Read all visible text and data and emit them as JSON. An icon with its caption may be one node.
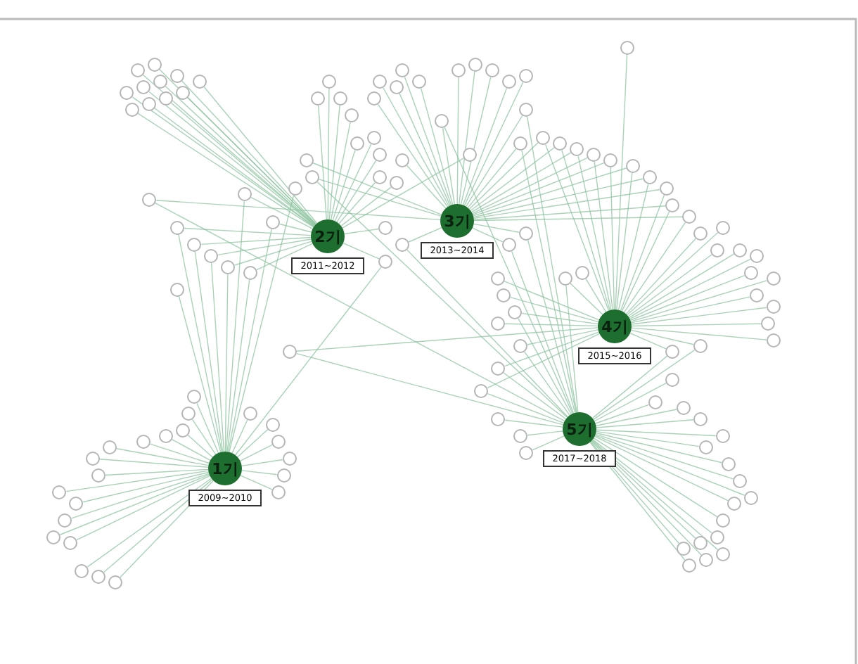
{
  "diagram": {
    "nodes": [
      {
        "text": [
          "1기"
        ],
        "beside": [
          "2009~2010"
        ]
      },
      {
        "text": [
          "2기"
        ],
        "beside": [
          "2011~2012"
        ]
      },
      {
        "text": [
          "3기"
        ],
        "beside": [
          "2013~2014"
        ]
      },
      {
        "text": [
          "4기"
        ],
        "beside": [
          "2015~2016"
        ]
      },
      {
        "text": [
          "5기"
        ],
        "beside": [
          "2017~2018"
        ]
      },
      {
        "text": [],
        "shape": "circle"
      },
      {
        "text": [],
        "shape": "circle"
      },
      {
        "text": [],
        "shape": "circle"
      },
      {
        "text": [],
        "shape": "circle"
      },
      {
        "text": [],
        "shape": "circle"
      },
      {
        "text": [],
        "shape": "circle"
      },
      {
        "text": [],
        "shape": "circle"
      },
      {
        "text": [],
        "shape": "circle"
      },
      {
        "text": [],
        "shape": "circle"
      },
      {
        "text": [],
        "shape": "circle"
      },
      {
        "text": [],
        "shape": "circle"
      },
      {
        "text": [],
        "shape": "circle"
      },
      {
        "text": [],
        "shape": "circle"
      },
      {
        "text": [],
        "shape": "circle"
      },
      {
        "text": [],
        "shape": "circle"
      },
      {
        "text": [],
        "shape": "circle"
      },
      {
        "text": [],
        "shape": "circle"
      },
      {
        "text": [],
        "shape": "circle"
      },
      {
        "text": [],
        "shape": "circle"
      },
      {
        "text": [],
        "shape": "circle"
      },
      {
        "text": [],
        "shape": "circle"
      },
      {
        "text": [],
        "shape": "circle"
      },
      {
        "text": [],
        "shape": "circle"
      },
      {
        "text": [],
        "shape": "circle"
      },
      {
        "text": [],
        "shape": "circle"
      },
      {
        "text": [],
        "shape": "circle"
      },
      {
        "text": [],
        "shape": "circle"
      },
      {
        "text": [],
        "shape": "circle"
      },
      {
        "text": [],
        "shape": "circle"
      },
      {
        "text": [],
        "shape": "circle"
      },
      {
        "text": [],
        "shape": "circle"
      },
      {
        "text": [],
        "shape": "circle"
      },
      {
        "text": [],
        "shape": "circle"
      },
      {
        "text": [],
        "shape": "circle"
      },
      {
        "text": [],
        "shape": "circle"
      },
      {
        "text": [],
        "shape": "circle"
      },
      {
        "text": [],
        "shape": "circle"
      },
      {
        "text": [],
        "shape": "circle"
      },
      {
        "text": [],
        "shape": "circle"
      },
      {
        "text": [],
        "shape": "circle"
      },
      {
        "text": [],
        "shape": "circle"
      },
      {
        "text": [],
        "shape": "circle"
      },
      {
        "text": [],
        "shape": "circle"
      },
      {
        "text": [],
        "shape": "circle"
      },
      {
        "text": [],
        "shape": "circle"
      },
      {
        "text": [],
        "shape": "circle"
      },
      {
        "text": [],
        "shape": "circle"
      },
      {
        "text": [],
        "shape": "circle"
      },
      {
        "text": [],
        "shape": "circle"
      },
      {
        "text": [],
        "shape": "circle"
      },
      {
        "text": [],
        "shape": "circle"
      },
      {
        "text": [],
        "shape": "circle"
      },
      {
        "text": [],
        "shape": "circle"
      },
      {
        "text": [],
        "shape": "circle"
      },
      {
        "text": [],
        "shape": "circle"
      },
      {
        "text": [],
        "shape": "circle"
      },
      {
        "text": [],
        "shape": "circle"
      },
      {
        "text": [],
        "shape": "circle"
      },
      {
        "text": [],
        "shape": "circle"
      },
      {
        "text": [],
        "shape": "circle"
      },
      {
        "text": [],
        "shape": "circle"
      },
      {
        "text": [],
        "shape": "circle"
      },
      {
        "text": [],
        "shape": "circle"
      },
      {
        "text": [],
        "shape": "circle"
      },
      {
        "text": [],
        "shape": "circle"
      },
      {
        "text": [],
        "shape": "circle"
      },
      {
        "text": [],
        "shape": "circle"
      },
      {
        "text": [],
        "shape": "circle"
      },
      {
        "text": [],
        "shape": "circle"
      },
      {
        "text": [],
        "shape": "circle"
      },
      {
        "text": [],
        "shape": "circle"
      },
      {
        "text": [],
        "shape": "circle"
      },
      {
        "text": [],
        "shape": "circle"
      },
      {
        "text": [],
        "shape": "circle"
      },
      {
        "text": [],
        "shape": "circle"
      },
      {
        "text": [],
        "shape": "circle"
      },
      {
        "text": [],
        "shape": "circle"
      },
      {
        "text": [],
        "shape": "circle"
      },
      {
        "text": [],
        "shape": "circle"
      },
      {
        "text": [],
        "shape": "circle"
      },
      {
        "text": [],
        "shape": "circle"
      },
      {
        "text": [],
        "shape": "circle"
      },
      {
        "text": [],
        "shape": "circle"
      },
      {
        "text": [],
        "shape": "circle"
      },
      {
        "text": [],
        "shape": "circle"
      },
      {
        "text": [],
        "shape": "circle"
      },
      {
        "text": [],
        "shape": "circle"
      },
      {
        "text": [],
        "shape": "circle"
      },
      {
        "text": [],
        "shape": "circle"
      },
      {
        "text": [],
        "shape": "circle"
      },
      {
        "text": [],
        "shape": "circle"
      },
      {
        "text": [],
        "shape": "circle"
      },
      {
        "text": [],
        "shape": "circle"
      },
      {
        "text": [],
        "shape": "circle"
      },
      {
        "text": [],
        "shape": "circle"
      },
      {
        "text": [],
        "shape": "circle"
      },
      {
        "text": [],
        "shape": "circle"
      },
      {
        "text": [],
        "shape": "circle"
      },
      {
        "text": [],
        "shape": "circle"
      },
      {
        "text": [],
        "shape": "circle"
      },
      {
        "text": [],
        "shape": "circle"
      },
      {
        "text": [],
        "shape": "circle"
      },
      {
        "text": [],
        "shape": "circle"
      },
      {
        "text": [],
        "shape": "circle"
      },
      {
        "text": [],
        "shape": "circle"
      },
      {
        "text": [],
        "shape": "circle"
      },
      {
        "text": [],
        "shape": "circle"
      },
      {
        "text": [],
        "shape": "circle"
      },
      {
        "text": [],
        "shape": "circle"
      },
      {
        "text": [],
        "shape": "circle"
      },
      {
        "text": [],
        "shape": "circle"
      },
      {
        "text": [],
        "shape": "circle"
      },
      {
        "text": [],
        "shape": "circle"
      },
      {
        "text": [],
        "shape": "circle"
      },
      {
        "text": [],
        "shape": "circle"
      },
      {
        "text": [],
        "shape": "circle"
      },
      {
        "text": [],
        "shape": "circle"
      },
      {
        "text": [],
        "shape": "circle"
      },
      {
        "text": [],
        "shape": "circle"
      },
      {
        "text": [],
        "shape": "circle"
      },
      {
        "text": [],
        "shape": "circle"
      },
      {
        "text": [],
        "shape": "circle"
      },
      {
        "text": [],
        "shape": "circle"
      },
      {
        "text": [],
        "shape": "circle"
      },
      {
        "text": [],
        "shape": "circle"
      },
      {
        "text": [],
        "shape": "circle"
      },
      {
        "text": [],
        "shape": "circle"
      },
      {
        "text": [],
        "shape": "circle"
      }
    ],
    "edges": [
      {
        "from": 0,
        "to": 5,
        "arrow": "none"
      },
      {
        "from": 0,
        "to": 6,
        "arrow": "none"
      },
      {
        "from": 0,
        "to": 7,
        "arrow": "none"
      },
      {
        "from": 0,
        "to": 8,
        "arrow": "none"
      },
      {
        "from": 0,
        "to": 9,
        "arrow": "none"
      },
      {
        "from": 0,
        "to": 10,
        "arrow": "none"
      },
      {
        "from": 0,
        "to": 11,
        "arrow": "none"
      },
      {
        "from": 0,
        "to": 12,
        "arrow": "none"
      },
      {
        "from": 0,
        "to": 13,
        "arrow": "none"
      },
      {
        "from": 0,
        "to": 14,
        "arrow": "none"
      },
      {
        "from": 0,
        "to": 15,
        "arrow": "none"
      },
      {
        "from": 0,
        "to": 16,
        "arrow": "none"
      },
      {
        "from": 0,
        "to": 17,
        "arrow": "none"
      },
      {
        "from": 0,
        "to": 18,
        "arrow": "none"
      },
      {
        "from": 0,
        "to": 19,
        "arrow": "none"
      },
      {
        "from": 0,
        "to": 20,
        "arrow": "none"
      },
      {
        "from": 0,
        "to": 21,
        "arrow": "none"
      },
      {
        "from": 0,
        "to": 22,
        "arrow": "none"
      },
      {
        "from": 0,
        "to": 23,
        "arrow": "none"
      },
      {
        "from": 0,
        "to": 24,
        "arrow": "none"
      },
      {
        "from": 0,
        "to": 25,
        "arrow": "none"
      },
      {
        "from": 0,
        "to": 26,
        "arrow": "none"
      },
      {
        "from": 0,
        "to": 27,
        "arrow": "none"
      },
      {
        "from": 0,
        "to": 28,
        "arrow": "none"
      },
      {
        "from": 1,
        "to": 29,
        "arrow": "none"
      },
      {
        "from": 1,
        "to": 30,
        "arrow": "none"
      },
      {
        "from": 1,
        "to": 31,
        "arrow": "none"
      },
      {
        "from": 1,
        "to": 32,
        "arrow": "none"
      },
      {
        "from": 1,
        "to": 33,
        "arrow": "none"
      },
      {
        "from": 1,
        "to": 34,
        "arrow": "none"
      },
      {
        "from": 1,
        "to": 35,
        "arrow": "none"
      },
      {
        "from": 1,
        "to": 36,
        "arrow": "none"
      },
      {
        "from": 1,
        "to": 37,
        "arrow": "none"
      },
      {
        "from": 1,
        "to": 38,
        "arrow": "none"
      },
      {
        "from": 1,
        "to": 39,
        "arrow": "none"
      },
      {
        "from": 1,
        "to": 40,
        "arrow": "none"
      },
      {
        "from": 1,
        "to": 41,
        "arrow": "none"
      },
      {
        "from": 1,
        "to": 42,
        "arrow": "none"
      },
      {
        "from": 1,
        "to": 43,
        "arrow": "none"
      },
      {
        "from": 1,
        "to": 44,
        "arrow": "none"
      },
      {
        "from": 1,
        "to": 45,
        "arrow": "none"
      },
      {
        "from": 1,
        "to": 46,
        "arrow": "none"
      },
      {
        "from": 1,
        "to": 47,
        "arrow": "none"
      },
      {
        "from": 1,
        "to": 48,
        "arrow": "none"
      },
      {
        "from": 1,
        "to": 49,
        "arrow": "none"
      },
      {
        "from": 1,
        "to": 50,
        "arrow": "none"
      },
      {
        "from": 2,
        "to": 51,
        "arrow": "none"
      },
      {
        "from": 2,
        "to": 52,
        "arrow": "none"
      },
      {
        "from": 2,
        "to": 53,
        "arrow": "none"
      },
      {
        "from": 2,
        "to": 54,
        "arrow": "none"
      },
      {
        "from": 2,
        "to": 55,
        "arrow": "none"
      },
      {
        "from": 2,
        "to": 56,
        "arrow": "none"
      },
      {
        "from": 2,
        "to": 57,
        "arrow": "none"
      },
      {
        "from": 2,
        "to": 58,
        "arrow": "none"
      },
      {
        "from": 2,
        "to": 59,
        "arrow": "none"
      },
      {
        "from": 2,
        "to": 60,
        "arrow": "none"
      },
      {
        "from": 2,
        "to": 61,
        "arrow": "none"
      },
      {
        "from": 2,
        "to": 62,
        "arrow": "none"
      },
      {
        "from": 2,
        "to": 63,
        "arrow": "none"
      },
      {
        "from": 2,
        "to": 64,
        "arrow": "none"
      },
      {
        "from": 2,
        "to": 65,
        "arrow": "none"
      },
      {
        "from": 2,
        "to": 66,
        "arrow": "none"
      },
      {
        "from": 2,
        "to": 67,
        "arrow": "none"
      },
      {
        "from": 2,
        "to": 68,
        "arrow": "none"
      },
      {
        "from": 2,
        "to": 69,
        "arrow": "none"
      },
      {
        "from": 2,
        "to": 70,
        "arrow": "none"
      },
      {
        "from": 2,
        "to": 71,
        "arrow": "none"
      },
      {
        "from": 2,
        "to": 72,
        "arrow": "none"
      },
      {
        "from": 3,
        "to": 63,
        "arrow": "none"
      },
      {
        "from": 3,
        "to": 64,
        "arrow": "none"
      },
      {
        "from": 3,
        "to": 65,
        "arrow": "none"
      },
      {
        "from": 3,
        "to": 66,
        "arrow": "none"
      },
      {
        "from": 3,
        "to": 67,
        "arrow": "none"
      },
      {
        "from": 3,
        "to": 68,
        "arrow": "none"
      },
      {
        "from": 3,
        "to": 69,
        "arrow": "none"
      },
      {
        "from": 3,
        "to": 70,
        "arrow": "none"
      },
      {
        "from": 3,
        "to": 71,
        "arrow": "none"
      },
      {
        "from": 3,
        "to": 72,
        "arrow": "none"
      },
      {
        "from": 3,
        "to": 73,
        "arrow": "none"
      },
      {
        "from": 3,
        "to": 74,
        "arrow": "none"
      },
      {
        "from": 3,
        "to": 75,
        "arrow": "none"
      },
      {
        "from": 3,
        "to": 76,
        "arrow": "none"
      },
      {
        "from": 3,
        "to": 77,
        "arrow": "none"
      },
      {
        "from": 3,
        "to": 78,
        "arrow": "none"
      },
      {
        "from": 3,
        "to": 79,
        "arrow": "none"
      },
      {
        "from": 3,
        "to": 80,
        "arrow": "none"
      },
      {
        "from": 3,
        "to": 81,
        "arrow": "none"
      },
      {
        "from": 3,
        "to": 82,
        "arrow": "none"
      },
      {
        "from": 3,
        "to": 83,
        "arrow": "none"
      },
      {
        "from": 3,
        "to": 84,
        "arrow": "none"
      },
      {
        "from": 3,
        "to": 85,
        "arrow": "none"
      },
      {
        "from": 3,
        "to": 86,
        "arrow": "none"
      },
      {
        "from": 3,
        "to": 87,
        "arrow": "none"
      },
      {
        "from": 3,
        "to": 88,
        "arrow": "none"
      },
      {
        "from": 4,
        "to": 89,
        "arrow": "none"
      },
      {
        "from": 4,
        "to": 90,
        "arrow": "none"
      },
      {
        "from": 4,
        "to": 91,
        "arrow": "none"
      },
      {
        "from": 4,
        "to": 92,
        "arrow": "none"
      },
      {
        "from": 4,
        "to": 93,
        "arrow": "none"
      },
      {
        "from": 4,
        "to": 94,
        "arrow": "none"
      },
      {
        "from": 4,
        "to": 95,
        "arrow": "none"
      },
      {
        "from": 4,
        "to": 96,
        "arrow": "none"
      },
      {
        "from": 4,
        "to": 97,
        "arrow": "none"
      },
      {
        "from": 4,
        "to": 98,
        "arrow": "none"
      },
      {
        "from": 4,
        "to": 99,
        "arrow": "none"
      },
      {
        "from": 4,
        "to": 100,
        "arrow": "none"
      },
      {
        "from": 4,
        "to": 101,
        "arrow": "none"
      },
      {
        "from": 4,
        "to": 102,
        "arrow": "none"
      },
      {
        "from": 4,
        "to": 103,
        "arrow": "none"
      },
      {
        "from": 4,
        "to": 104,
        "arrow": "none"
      },
      {
        "from": 4,
        "to": 105,
        "arrow": "none"
      },
      {
        "from": 4,
        "to": 106,
        "arrow": "none"
      },
      {
        "from": 4,
        "to": 107,
        "arrow": "none"
      },
      {
        "from": 4,
        "to": 108,
        "arrow": "none"
      },
      {
        "from": 0,
        "to": 109,
        "arrow": "none"
      },
      {
        "from": 0,
        "to": 110,
        "arrow": "none"
      },
      {
        "from": 0,
        "to": 111,
        "arrow": "none"
      },
      {
        "from": 0,
        "to": 112,
        "arrow": "none"
      },
      {
        "from": 0,
        "to": 113,
        "arrow": "none"
      },
      {
        "from": 0,
        "to": 114,
        "arrow": "none"
      },
      {
        "from": 0,
        "to": 115,
        "arrow": "none"
      },
      {
        "from": 0,
        "to": 116,
        "arrow": "none"
      },
      {
        "from": 1,
        "to": 109,
        "arrow": "none"
      },
      {
        "from": 1,
        "to": 110,
        "arrow": "none"
      },
      {
        "from": 1,
        "to": 111,
        "arrow": "none"
      },
      {
        "from": 1,
        "to": 112,
        "arrow": "none"
      },
      {
        "from": 1,
        "to": 113,
        "arrow": "none"
      },
      {
        "from": 1,
        "to": 114,
        "arrow": "none"
      },
      {
        "from": 1,
        "to": 115,
        "arrow": "none"
      },
      {
        "from": 1,
        "to": 116,
        "arrow": "none"
      },
      {
        "from": 2,
        "to": 117,
        "arrow": "none"
      },
      {
        "from": 2,
        "to": 118,
        "arrow": "none"
      },
      {
        "from": 2,
        "to": 119,
        "arrow": "none"
      },
      {
        "from": 2,
        "to": 120,
        "arrow": "none"
      },
      {
        "from": 2,
        "to": 121,
        "arrow": "none"
      },
      {
        "from": 2,
        "to": 122,
        "arrow": "none"
      },
      {
        "from": 2,
        "to": 123,
        "arrow": "none"
      },
      {
        "from": 2,
        "to": 124,
        "arrow": "none"
      },
      {
        "from": 4,
        "to": 117,
        "arrow": "none"
      },
      {
        "from": 4,
        "to": 118,
        "arrow": "none"
      },
      {
        "from": 4,
        "to": 119,
        "arrow": "none"
      },
      {
        "from": 4,
        "to": 120,
        "arrow": "none"
      },
      {
        "from": 4,
        "to": 121,
        "arrow": "none"
      },
      {
        "from": 4,
        "to": 122,
        "arrow": "none"
      },
      {
        "from": 4,
        "to": 123,
        "arrow": "none"
      },
      {
        "from": 4,
        "to": 124,
        "arrow": "none"
      },
      {
        "from": 3,
        "to": 125,
        "arrow": "none"
      },
      {
        "from": 3,
        "to": 126,
        "arrow": "none"
      },
      {
        "from": 3,
        "to": 127,
        "arrow": "none"
      },
      {
        "from": 3,
        "to": 128,
        "arrow": "none"
      },
      {
        "from": 3,
        "to": 129,
        "arrow": "none"
      },
      {
        "from": 3,
        "to": 130,
        "arrow": "none"
      },
      {
        "from": 3,
        "to": 131,
        "arrow": "none"
      },
      {
        "from": 3,
        "to": 132,
        "arrow": "none"
      },
      {
        "from": 4,
        "to": 125,
        "arrow": "none"
      },
      {
        "from": 4,
        "to": 126,
        "arrow": "none"
      },
      {
        "from": 4,
        "to": 127,
        "arrow": "none"
      },
      {
        "from": 4,
        "to": 128,
        "arrow": "none"
      },
      {
        "from": 4,
        "to": 129,
        "arrow": "none"
      },
      {
        "from": 4,
        "to": 130,
        "arrow": "none"
      },
      {
        "from": 4,
        "to": 131,
        "arrow": "none"
      },
      {
        "from": 4,
        "to": 132,
        "arrow": "none"
      }
    ]
  }
}
